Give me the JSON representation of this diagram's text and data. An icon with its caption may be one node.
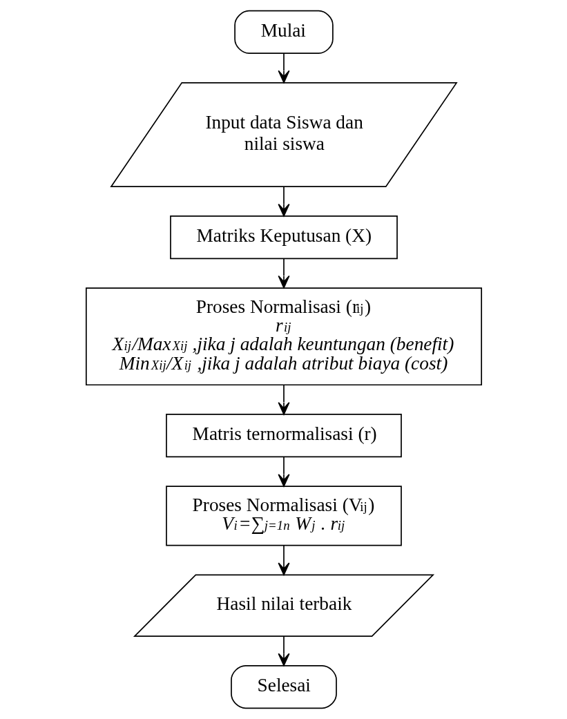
{
  "diagram": {
    "nodes": [
      {
        "text": [
          "Mulai"
        ]
      },
      {
        "text": [
          "Input data Siswa dan nilai siswa"
        ]
      },
      {
        "text": [
          "Matriks Keputusan (X)"
        ]
      },
      {
        "text": [
          "Proses Normalisasi (r$_{ij}$)",
          "r$_{ij}$",
          "X$_{ij}$/Max$_{Xij}$ ,jika j adalah keuntungan (benefit)",
          "Min$_{Xij}$/X$_{ij}$ ,jika j adalah atribut biaya (cost)"
        ]
      },
      {
        "text": [
          "Matris ternormalisasi (r)"
        ]
      },
      {
        "text": [
          "Proses Normalisasi (V$_{ij}$)",
          "V$_{i}$=∑$_{j=1}$$^{n}$ W$_{j}$ . r$_{ij}$"
        ]
      },
      {
        "text": [
          "Hasil nilai terbaik"
        ]
      },
      {
        "text": [
          "Selesai"
        ]
      }
    ],
    "edges": [
      {
        "from": 0,
        "to": 1,
        "arrow": "to"
      },
      {
        "from": 1,
        "to": 2,
        "arrow": "to"
      },
      {
        "from": 2,
        "to": 3,
        "arrow": "to"
      },
      {
        "from": 3,
        "to": 4,
        "arrow": "to"
      },
      {
        "from": 4,
        "to": 5,
        "arrow": "to"
      },
      {
        "from": 5,
        "to": 6,
        "arrow": "to"
      },
      {
        "from": 6,
        "to": 7,
        "arrow": "to"
      }
    ]
  }
}
